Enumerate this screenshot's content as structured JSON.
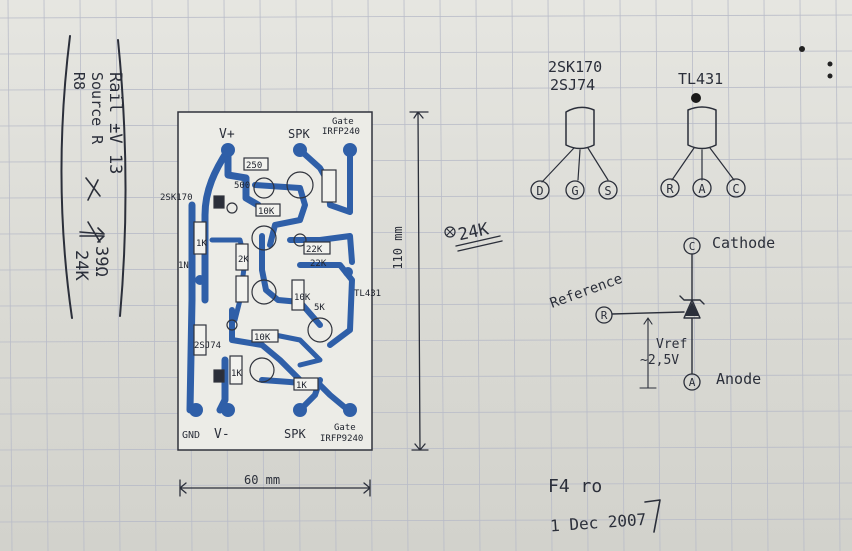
{
  "notes": {
    "line1": "Rail ±V 13",
    "line2": "Source R",
    "line3": "R8",
    "r_source": "39Ω",
    "r8": "24K",
    "side_note": "24K"
  },
  "pcb": {
    "top_labels": [
      "V+",
      "SPK",
      "Gate",
      "IRFP240"
    ],
    "bottom_labels": [
      "GND",
      "V-",
      "SPK",
      "Gate",
      "IRFP9240"
    ],
    "components": [
      "250",
      "500",
      "10K",
      "22K",
      "2SK170",
      "1K",
      "1N",
      "10K",
      "22K",
      "5K",
      "TL431",
      "2K",
      "10K",
      "1K",
      "2SJ74",
      "1K"
    ],
    "width_label": "60 mm",
    "height_label": "110 mm"
  },
  "pinout_jfet": {
    "names": [
      "2SK170",
      "2SJ74"
    ],
    "pins": [
      "D",
      "G",
      "S"
    ]
  },
  "pinout_tl431": {
    "name": "TL431",
    "pins": [
      "R",
      "A",
      "C"
    ]
  },
  "schematic": {
    "cathode_pin": "C",
    "cathode_label": "Cathode",
    "reference_pin": "R",
    "reference_label": "Reference",
    "vref_label": "Vref",
    "vref_value": "~2,5V",
    "anode_pin": "A",
    "anode_label": "Anode"
  },
  "footer": {
    "title": "F4 ro",
    "date": "1 Dec 2007"
  }
}
